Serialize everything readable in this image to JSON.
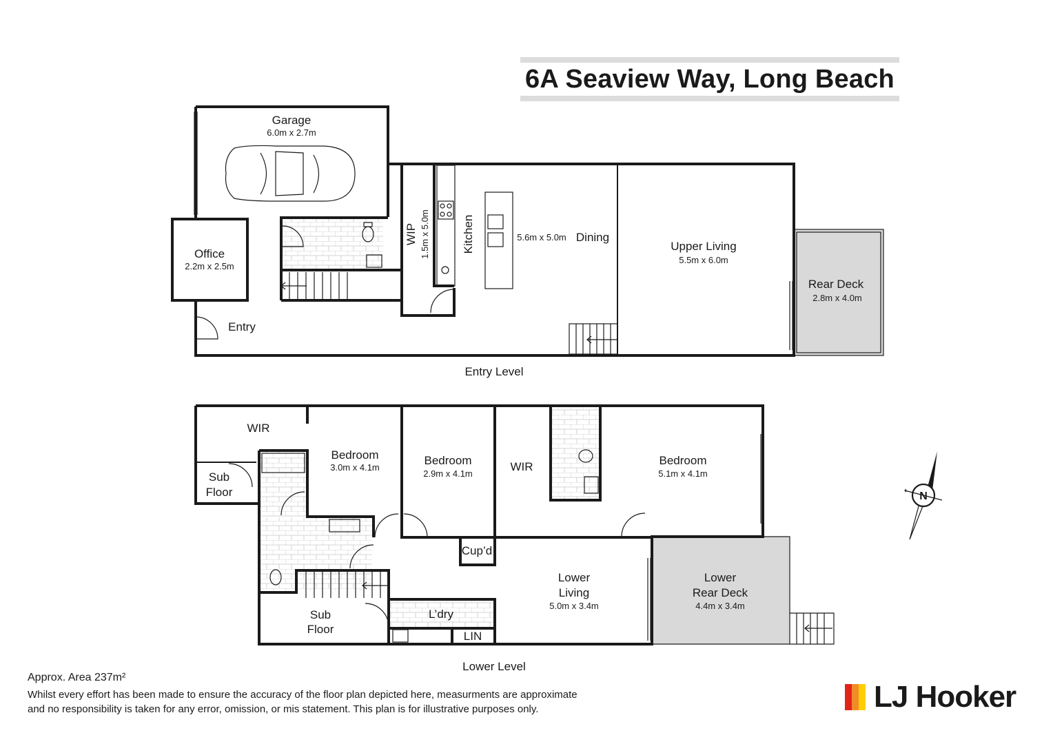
{
  "title": "6A Seaview Way, Long Beach",
  "levels": {
    "entry": "Entry Level",
    "lower": "Lower Level"
  },
  "rooms": {
    "garage": {
      "name": "Garage",
      "dim": "6.0m x 2.7m"
    },
    "office": {
      "name": "Office",
      "dim": "2.2m x 2.5m"
    },
    "entry": {
      "name": "Entry"
    },
    "wip": {
      "name": "WIP",
      "dim": "1.5m x 5.0m"
    },
    "kitchen": {
      "name": "Kitchen"
    },
    "dining": {
      "name": "Dining",
      "dim": "5.6m x 5.0m"
    },
    "upper_living": {
      "name": "Upper Living",
      "dim": "5.5m x 6.0m"
    },
    "rear_deck": {
      "name": "Rear Deck",
      "dim": "2.8m x 4.0m"
    },
    "wir_1": {
      "name": "WIR"
    },
    "sub_floor_1": {
      "line1": "Sub",
      "line2": "Floor"
    },
    "bedroom_1": {
      "name": "Bedroom",
      "dim": "3.0m x 4.1m"
    },
    "bedroom_2": {
      "name": "Bedroom",
      "dim": "2.9m x 4.1m"
    },
    "wir_2": {
      "name": "WIR"
    },
    "bedroom_3": {
      "name": "Bedroom",
      "dim": "5.1m x 4.1m"
    },
    "cupd": {
      "name": "Cup’d"
    },
    "lower_living": {
      "line1": "Lower",
      "line2": "Living",
      "dim": "5.0m x 3.4m"
    },
    "lower_rear_deck": {
      "line1": "Lower",
      "line2": "Rear Deck",
      "dim": "4.4m x 3.4m"
    },
    "sub_floor_2": {
      "line1": "Sub",
      "line2": "Floor"
    },
    "laundry": {
      "name": "L’dry"
    },
    "lin": {
      "name": "LIN"
    }
  },
  "compass": {
    "label": "N"
  },
  "footer": {
    "area": "Approx. Area 237m²",
    "disclaimer_1": "Whilst every effort has been made to ensure the accuracy of the floor plan depicted here, measurments are approximate",
    "disclaimer_2": "and no responsibility is taken for any error, omission, or mis statement. This plan is for illustrative purposes only."
  },
  "logo": {
    "text": "LJ Hooker",
    "colors": [
      "#e2231a",
      "#f28c28",
      "#ffcd00"
    ]
  },
  "colors": {
    "deck": "#d9d9d9",
    "title_bar": "#dcdcdc",
    "wall": "#1a1a1a"
  }
}
